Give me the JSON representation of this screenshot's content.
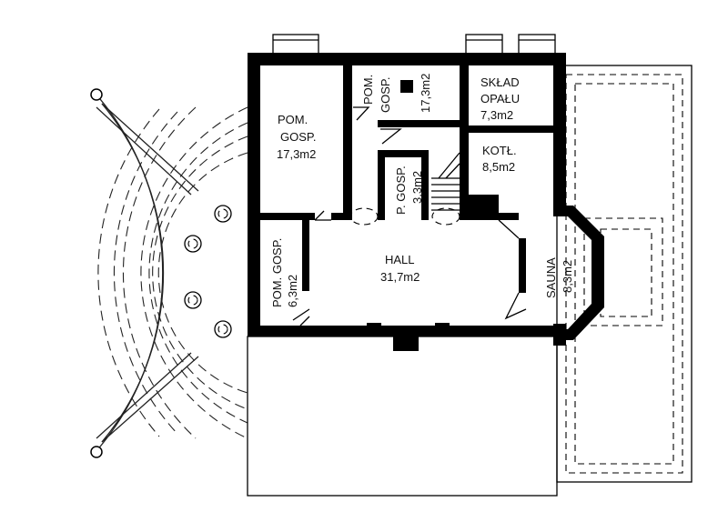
{
  "rooms": {
    "pom_gosp_left": {
      "name_1": "POM.",
      "name_2": "GOSP.",
      "area": "17,3m2"
    },
    "pom_gosp_small": {
      "name_1": "POM.",
      "name_2": "GOSP.",
      "area": "17,3m2"
    },
    "sklad_opalu": {
      "name_1": "SKŁAD",
      "name_2": "OPAŁU",
      "area": "7,3m2"
    },
    "kotl": {
      "name": "KOTŁ.",
      "area": "8,5m2"
    },
    "p_gosp": {
      "name": "P. GOSP.",
      "area": "3,3m2"
    },
    "hall": {
      "name": "HALL",
      "area": "31,7m2"
    },
    "pom_gosp_lower": {
      "name": "POM. GOSP.",
      "area": "6,3m2"
    },
    "sauna": {
      "name": "SAUNA",
      "area": "8,3m2"
    }
  },
  "colors": {
    "wall": "#000000",
    "line": "#222222",
    "background": "#ffffff"
  }
}
